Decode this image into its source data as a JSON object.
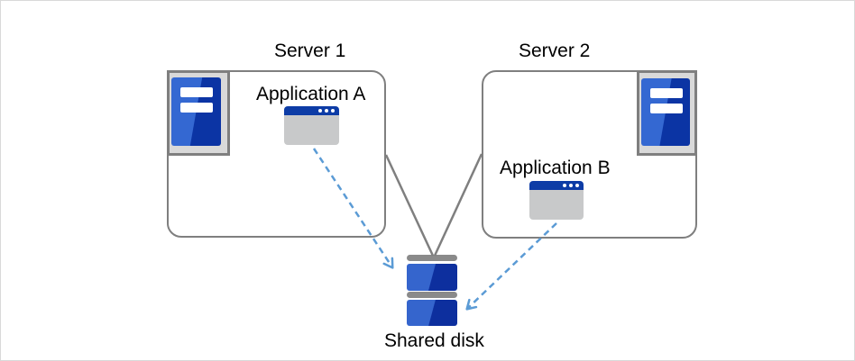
{
  "diagram": {
    "servers": [
      {
        "label": "Server 1",
        "application": {
          "label": "Application A"
        }
      },
      {
        "label": "Server 2",
        "application": {
          "label": "Application B"
        }
      }
    ],
    "shared_disk": {
      "label": "Shared disk"
    },
    "colors": {
      "tower_blue_light": "#3468d2",
      "tower_blue_dark": "#0b34a4",
      "titlebar_blue": "#0d3ca6",
      "window_body_gray": "#c8c9ca",
      "connector_gray": "#7f7f7f",
      "frame_fill_gray": "#d9d9d9",
      "disk_cap_gray": "#8a8a8a",
      "arrow_blue": "#5b9bd5",
      "canvas_border": "#d9d9d9"
    }
  }
}
